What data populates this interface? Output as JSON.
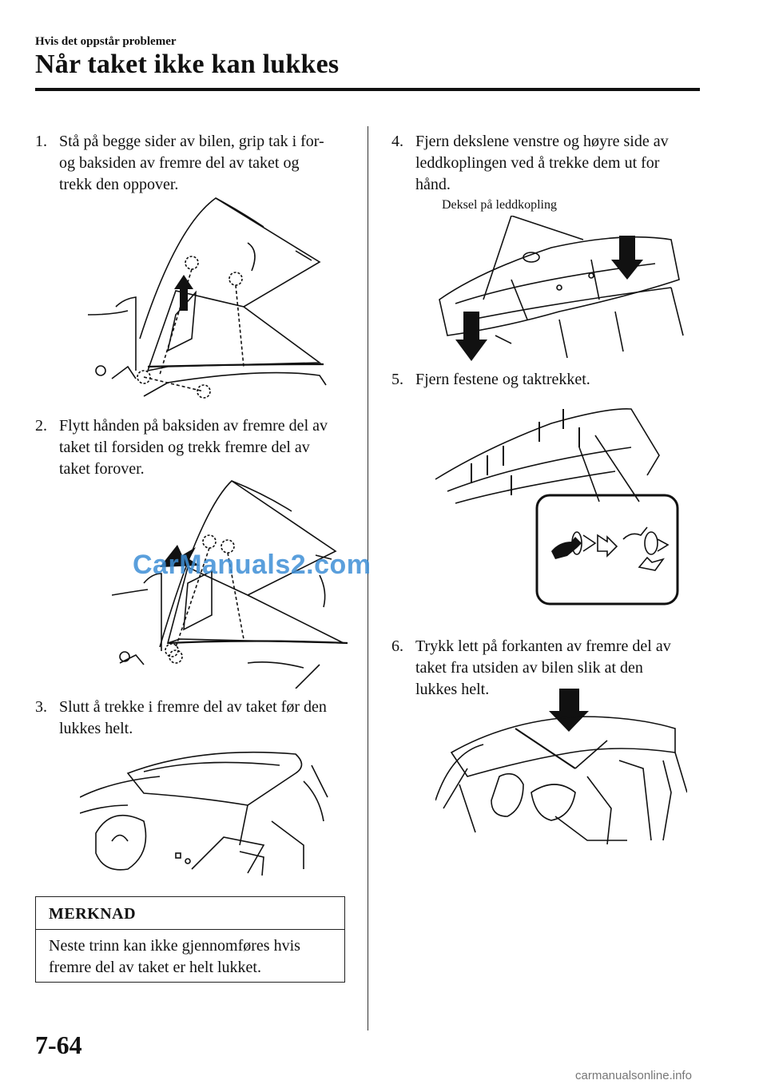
{
  "header": {
    "section": "Hvis det oppstår problemer",
    "title": "Når taket ikke kan lukkes"
  },
  "steps": [
    {
      "num": "1.",
      "text": "Stå på begge sider av bilen, grip tak i for- og baksiden av fremre del av taket og trekk den oppover."
    },
    {
      "num": "2.",
      "text": "Flytt hånden på baksiden av fremre del av taket til forsiden og trekk fremre del av taket forover."
    },
    {
      "num": "3.",
      "text": "Slutt å trekke i fremre del av taket før den lukkes helt."
    },
    {
      "num": "4.",
      "text": "Fjern dekslene venstre og høyre side av leddkoplingen ved å trekke dem ut for hånd."
    },
    {
      "num": "5.",
      "text": "Fjern festene og taktrekket."
    },
    {
      "num": "6.",
      "text": "Trykk lett på forkanten av fremre del av taket fra utsiden av bilen slik at den lukkes helt."
    }
  ],
  "callout": "Deksel på leddkopling",
  "note": {
    "title": "MERKNAD",
    "text": "Neste trinn kan ikke gjennomføres hvis fremre del av taket er helt lukket."
  },
  "page_number": "7-64",
  "watermark": "CarManuals2.com",
  "footer": "carmanualsonline.info"
}
